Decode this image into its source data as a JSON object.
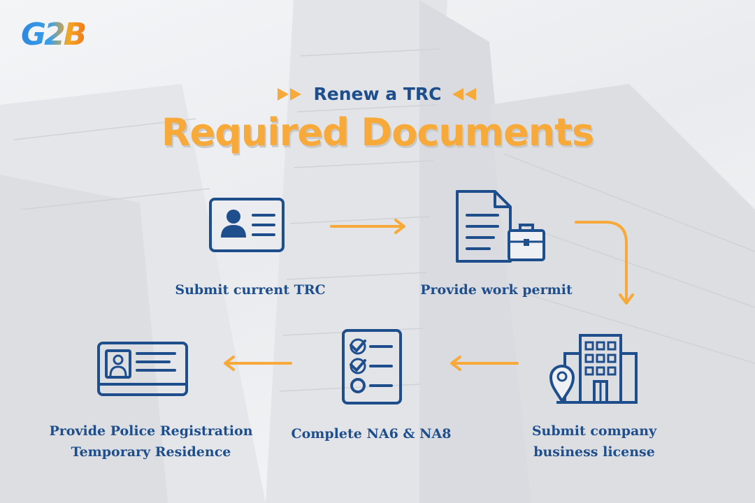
{
  "logo": {
    "text": "G2B"
  },
  "header": {
    "subtitle": "Renew a TRC",
    "title": "Required Documents"
  },
  "steps": [
    {
      "label": "Submit current TRC",
      "icon": "id-card-icon"
    },
    {
      "label": "Provide work permit",
      "icon": "document-briefcase-icon"
    },
    {
      "label_line1": "Submit company",
      "label_line2": "business license",
      "icon": "building-location-icon"
    },
    {
      "label": "Complete NA6 & NA8",
      "icon": "checklist-icon"
    },
    {
      "label_line1": "Provide Police Registration",
      "label_line2": "Temporary Residence",
      "icon": "residence-card-icon"
    }
  ],
  "colors": {
    "primary_blue": "#1f4e8c",
    "accent_orange": "#f7aa3a"
  }
}
